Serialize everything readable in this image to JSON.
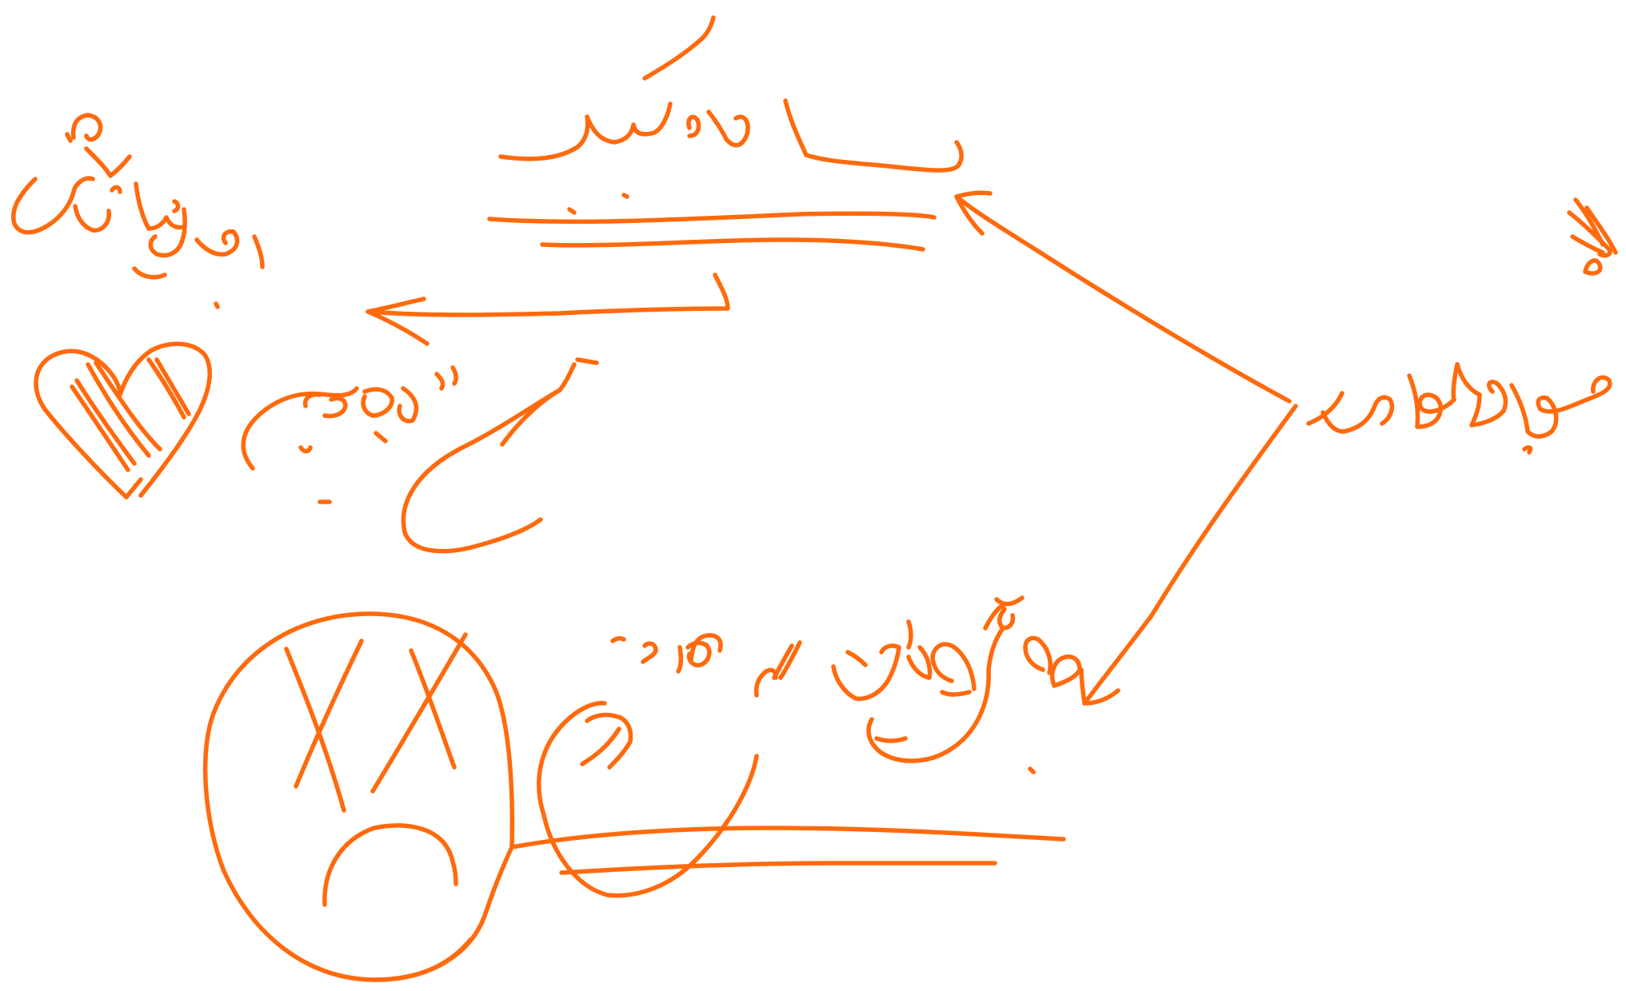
{
  "ink_color": "#FF6A0D",
  "background_color": "#FFFFFF",
  "nodes": [
    {
      "id": "center",
      "icon": "handwritten-persian-label"
    },
    {
      "id": "top",
      "icon": "handwritten-persian-label"
    },
    {
      "id": "top-left-result",
      "icon": "handwritten-persian-label"
    },
    {
      "id": "far-left",
      "icon": "handwritten-persian-label"
    },
    {
      "id": "bottom",
      "icon": "handwritten-persian-label"
    }
  ],
  "doodles": [
    {
      "name": "broken-heart-icon"
    },
    {
      "name": "sad-face-icon"
    },
    {
      "name": "exclamation-mark-icon"
    }
  ]
}
